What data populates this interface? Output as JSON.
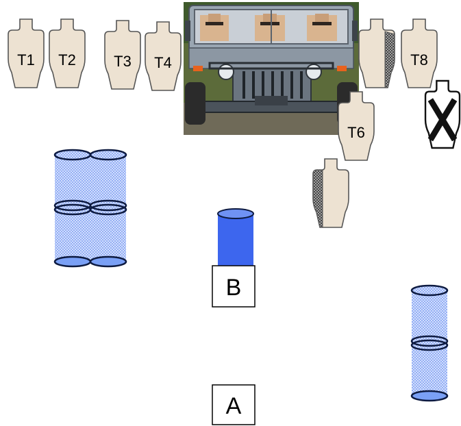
{
  "targets": [
    {
      "id": "t1",
      "label": "T1"
    },
    {
      "id": "t2",
      "label": "T2"
    },
    {
      "id": "t3",
      "label": "T3"
    },
    {
      "id": "t4",
      "label": "T4"
    },
    {
      "id": "t6",
      "label": "T6"
    },
    {
      "id": "t8",
      "label": "T8"
    }
  ],
  "positions": {
    "a": "A",
    "b": "B"
  },
  "no_shoot_mark": "X",
  "colors": {
    "target_fill": "#ede2d2",
    "target_stroke": "#555555",
    "barrel_mesh": "#c7d7ff",
    "barrel_solid": "#3d66ee",
    "barrel_rim": "#7499f2",
    "vehicle_body": "#8b98a6"
  },
  "icons": {
    "vehicle": "humvee-photo-icon",
    "no_shoot": "no-shoot-x-icon"
  }
}
